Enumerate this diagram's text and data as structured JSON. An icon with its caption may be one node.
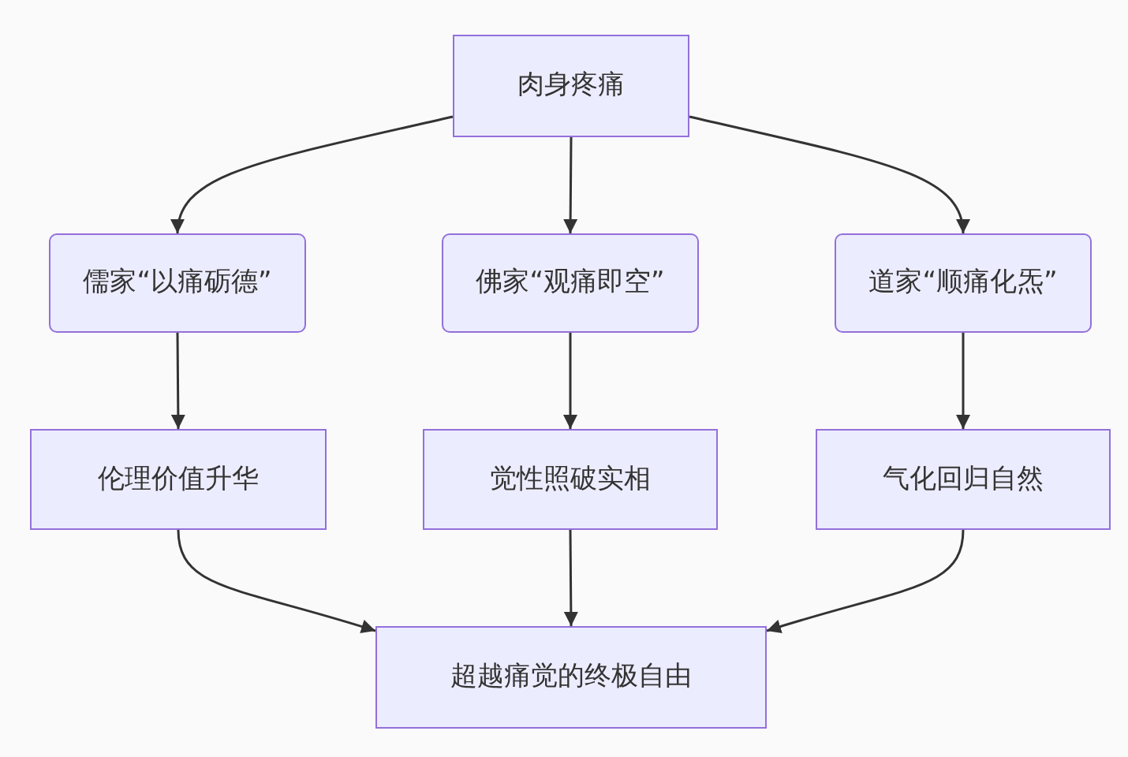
{
  "diagram": {
    "nodes": [
      {
        "text": [
          "肉身疼痛"
        ]
      },
      {
        "text": [
          "儒家“以痛砺德”"
        ]
      },
      {
        "text": [
          "佛家“观痛即空”"
        ]
      },
      {
        "text": [
          "道家“顺痛化炁”"
        ]
      },
      {
        "text": [
          "伦理价值升华"
        ]
      },
      {
        "text": [
          "觉性照破实相"
        ]
      },
      {
        "text": [
          "气化回归自然"
        ]
      },
      {
        "text": [
          "超越痛觉的终极自由"
        ]
      }
    ],
    "edges": [
      {
        "from": 0,
        "to": 1,
        "arrow": "to"
      },
      {
        "from": 0,
        "to": 2,
        "arrow": "to"
      },
      {
        "from": 0,
        "to": 3,
        "arrow": "to"
      },
      {
        "from": 1,
        "to": 4,
        "arrow": "to"
      },
      {
        "from": 2,
        "to": 5,
        "arrow": "to"
      },
      {
        "from": 3,
        "to": 6,
        "arrow": "to"
      },
      {
        "from": 4,
        "to": 7,
        "arrow": "to"
      },
      {
        "from": 5,
        "to": 7,
        "arrow": "to"
      },
      {
        "from": 6,
        "to": 7,
        "arrow": "to"
      }
    ]
  }
}
